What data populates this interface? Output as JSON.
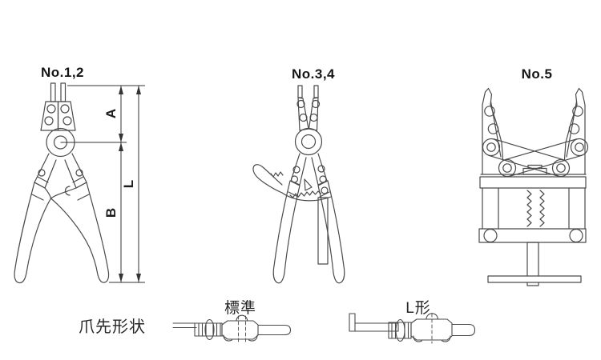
{
  "page": {
    "background": "#ffffff",
    "line_color": "#4a4a4a",
    "dim_color": "#333333",
    "text_color": "#141414"
  },
  "figures": {
    "pliers_12": {
      "label": "No.1,2",
      "description": "straight snap ring pliers front view"
    },
    "pliers_34": {
      "label": "No.3,4",
      "description": "snap ring pliers with return spring"
    },
    "tool_5": {
      "label": "No.5",
      "description": "cross-link snap ring tool with stand"
    }
  },
  "dimensions": {
    "a": "A",
    "b": "B",
    "l": "L"
  },
  "tip_section": {
    "title": "爪先形状",
    "standard_label": "標準",
    "l_shape_label": "L形"
  }
}
